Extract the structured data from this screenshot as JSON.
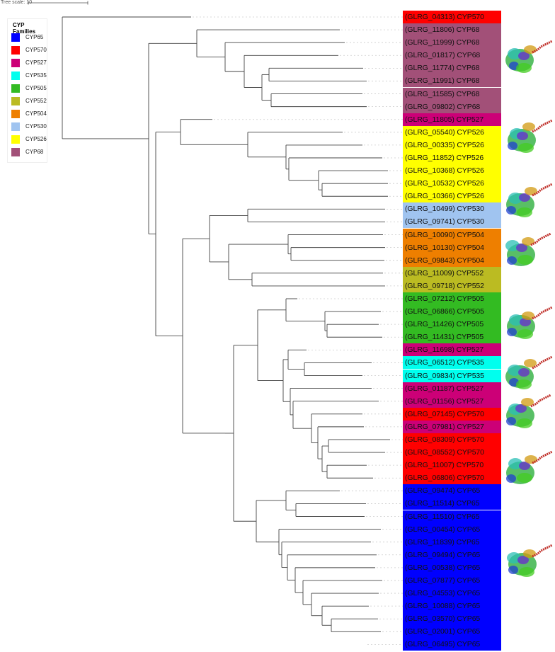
{
  "scale": {
    "label": "Tree scale: 10"
  },
  "legend": {
    "title": "CYP Families",
    "items": [
      {
        "label": "CYP65",
        "color": "#0000ff"
      },
      {
        "label": "CYP570",
        "color": "#ff0000"
      },
      {
        "label": "CYP527",
        "color": "#cc0077"
      },
      {
        "label": "CYP535",
        "color": "#00ffee"
      },
      {
        "label": "CYP505",
        "color": "#33bb22"
      },
      {
        "label": "CYP552",
        "color": "#bbbb22"
      },
      {
        "label": "CYP504",
        "color": "#ee7f00"
      },
      {
        "label": "CYP530",
        "color": "#a0c4f0"
      },
      {
        "label": "CYP526",
        "color": "#ffff00"
      },
      {
        "label": "CYP68",
        "color": "#a25078"
      }
    ]
  },
  "leaves": [
    {
      "label": "(GLRG_04313) CYP570",
      "family": "CYP570"
    },
    {
      "label": "(GLRG_11806) CYP68",
      "family": "CYP68"
    },
    {
      "label": "(GLRG_11999) CYP68",
      "family": "CYP68"
    },
    {
      "label": "(GLRG_01817) CYP68",
      "family": "CYP68"
    },
    {
      "label": "(GLRG_11774) CYP68",
      "family": "CYP68"
    },
    {
      "label": "(GLRG_11991) CYP68",
      "family": "CYP68"
    },
    {
      "label": "(GLRG_11585) CYP68",
      "family": "CYP68"
    },
    {
      "label": "(GLRG_09802) CYP68",
      "family": "CYP68"
    },
    {
      "label": "(GLRG_11805) CYP527",
      "family": "CYP527"
    },
    {
      "label": "(GLRG_05540) CYP526",
      "family": "CYP526"
    },
    {
      "label": "(GLRG_00335) CYP526",
      "family": "CYP526"
    },
    {
      "label": "(GLRG_11852) CYP526",
      "family": "CYP526"
    },
    {
      "label": "(GLRG_10368) CYP526",
      "family": "CYP526"
    },
    {
      "label": "(GLRG_10532) CYP526",
      "family": "CYP526"
    },
    {
      "label": "(GLRG_10366) CYP526",
      "family": "CYP526"
    },
    {
      "label": "(GLRG_10499) CYP530",
      "family": "CYP530"
    },
    {
      "label": "(GLRG_09741) CYP530",
      "family": "CYP530"
    },
    {
      "label": "(GLRG_10090) CYP504",
      "family": "CYP504"
    },
    {
      "label": "(GLRG_10130) CYP504",
      "family": "CYP504"
    },
    {
      "label": "(GLRG_09843) CYP504",
      "family": "CYP504"
    },
    {
      "label": "(GLRG_11009) CYP552",
      "family": "CYP552"
    },
    {
      "label": "(GLRG_09718) CYP552",
      "family": "CYP552"
    },
    {
      "label": "(GLRG_07212) CYP505",
      "family": "CYP505"
    },
    {
      "label": "(GLRG_06866) CYP505",
      "family": "CYP505"
    },
    {
      "label": "(GLRG_11426) CYP505",
      "family": "CYP505"
    },
    {
      "label": "(GLRG_11431) CYP505",
      "family": "CYP505"
    },
    {
      "label": "(GLRG_11698) CYP527",
      "family": "CYP527"
    },
    {
      "label": "(GLRG_06512) CYP535",
      "family": "CYP535"
    },
    {
      "label": "(GLRG_09834) CYP535",
      "family": "CYP535"
    },
    {
      "label": "(GLRG_01187) CYP527",
      "family": "CYP527"
    },
    {
      "label": "(GLRG_01156) CYP527",
      "family": "CYP527"
    },
    {
      "label": "(GLRG_07145) CYP570",
      "family": "CYP570"
    },
    {
      "label": "(GLRG_07981) CYP527",
      "family": "CYP527"
    },
    {
      "label": "(GLRG_08309) CYP570",
      "family": "CYP570"
    },
    {
      "label": "(GLRG_08552) CYP570",
      "family": "CYP570"
    },
    {
      "label": "(GLRG_11007) CYP570",
      "family": "CYP570"
    },
    {
      "label": "(GLRG_06806) CYP570",
      "family": "CYP570"
    },
    {
      "label": "(GLRG_09474) CYP65",
      "family": "CYP65"
    },
    {
      "label": "(GLRG_11514) CYP65",
      "family": "CYP65"
    },
    {
      "label": "(GLRG_11510) CYP65",
      "family": "CYP65"
    },
    {
      "label": "(GLRG_00454) CYP65",
      "family": "CYP65"
    },
    {
      "label": "(GLRG_11839) CYP65",
      "family": "CYP65"
    },
    {
      "label": "(GLRG_09494) CYP65",
      "family": "CYP65"
    },
    {
      "label": "(GLRG_00538) CYP65",
      "family": "CYP65"
    },
    {
      "label": "(GLRG_07877) CYP65",
      "family": "CYP65"
    },
    {
      "label": "(GLRG_04553) CYP65",
      "family": "CYP65"
    },
    {
      "label": "(GLRG_10088) CYP65",
      "family": "CYP65"
    },
    {
      "label": "(GLRG_03570) CYP65",
      "family": "CYP65"
    },
    {
      "label": "(GLRG_02001) CYP65",
      "family": "CYP65"
    },
    {
      "label": "(GLRG_06495) CYP65",
      "family": "CYP65"
    }
  ],
  "structures": [
    {
      "name": "protein-structure-cyp68"
    },
    {
      "name": "protein-structure-cyp526"
    },
    {
      "name": "protein-structure-cyp530"
    },
    {
      "name": "protein-structure-cyp504"
    },
    {
      "name": "protein-structure-cyp505"
    },
    {
      "name": "protein-structure-cyp535"
    },
    {
      "name": "protein-structure-cyp527"
    },
    {
      "name": "protein-structure-cyp570"
    },
    {
      "name": "protein-structure-cyp65"
    }
  ]
}
